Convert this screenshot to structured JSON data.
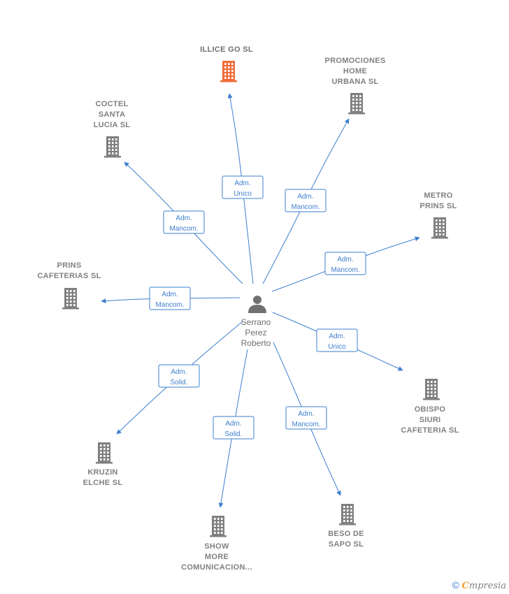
{
  "person": {
    "lines": [
      "Serrano",
      "Perez",
      "Roberto"
    ]
  },
  "companies": [
    {
      "id": "illice",
      "lines": [
        "ILLICE GO  SL"
      ],
      "highlight": true
    },
    {
      "id": "promociones",
      "lines": [
        "PROMOCIONES",
        "HOME",
        "URBANA  SL"
      ],
      "highlight": false
    },
    {
      "id": "coctel",
      "lines": [
        "COCTEL",
        "SANTA",
        "LUCIA  SL"
      ],
      "highlight": false
    },
    {
      "id": "metro",
      "lines": [
        "METRO",
        "PRINS  SL"
      ],
      "highlight": false
    },
    {
      "id": "prins",
      "lines": [
        "PRINS",
        "CAFETERIAS SL"
      ],
      "highlight": false
    },
    {
      "id": "obispo",
      "lines": [
        "OBISPO",
        "SIURI",
        "CAFETERIA  SL"
      ],
      "highlight": false
    },
    {
      "id": "kruzin",
      "lines": [
        "KRUZIN",
        "ELCHE  SL"
      ],
      "highlight": false
    },
    {
      "id": "beso",
      "lines": [
        "BESO DE",
        "SAPO  SL"
      ],
      "highlight": false
    },
    {
      "id": "show",
      "lines": [
        "SHOW",
        "MORE",
        "COMUNICACION..."
      ],
      "highlight": false
    }
  ],
  "edges": [
    {
      "to": "illice",
      "role": [
        "Adm.",
        "Unico"
      ]
    },
    {
      "to": "promociones",
      "role": [
        "Adm.",
        "Mancom."
      ]
    },
    {
      "to": "coctel",
      "role": [
        "Adm.",
        "Mancom."
      ]
    },
    {
      "to": "metro",
      "role": [
        "Adm.",
        "Mancom."
      ]
    },
    {
      "to": "prins",
      "role": [
        "Adm.",
        "Mancom."
      ]
    },
    {
      "to": "obispo",
      "role": [
        "Adm.",
        "Unico"
      ]
    },
    {
      "to": "kruzin",
      "role": [
        "Adm.",
        "Solid."
      ]
    },
    {
      "to": "beso",
      "role": [
        "Adm.",
        "Mancom."
      ]
    },
    {
      "to": "show",
      "role": [
        "Adm.",
        "Solid."
      ]
    }
  ],
  "colors": {
    "edge": "#3d7fcf",
    "building": "#808080",
    "building_highlight": "#f26b38",
    "person": "#707070"
  },
  "icons": {
    "company": "building-icon",
    "person": "person-icon"
  },
  "footer": {
    "copyright": "©",
    "brand_initial": "C",
    "brand_rest": "mpresia"
  }
}
